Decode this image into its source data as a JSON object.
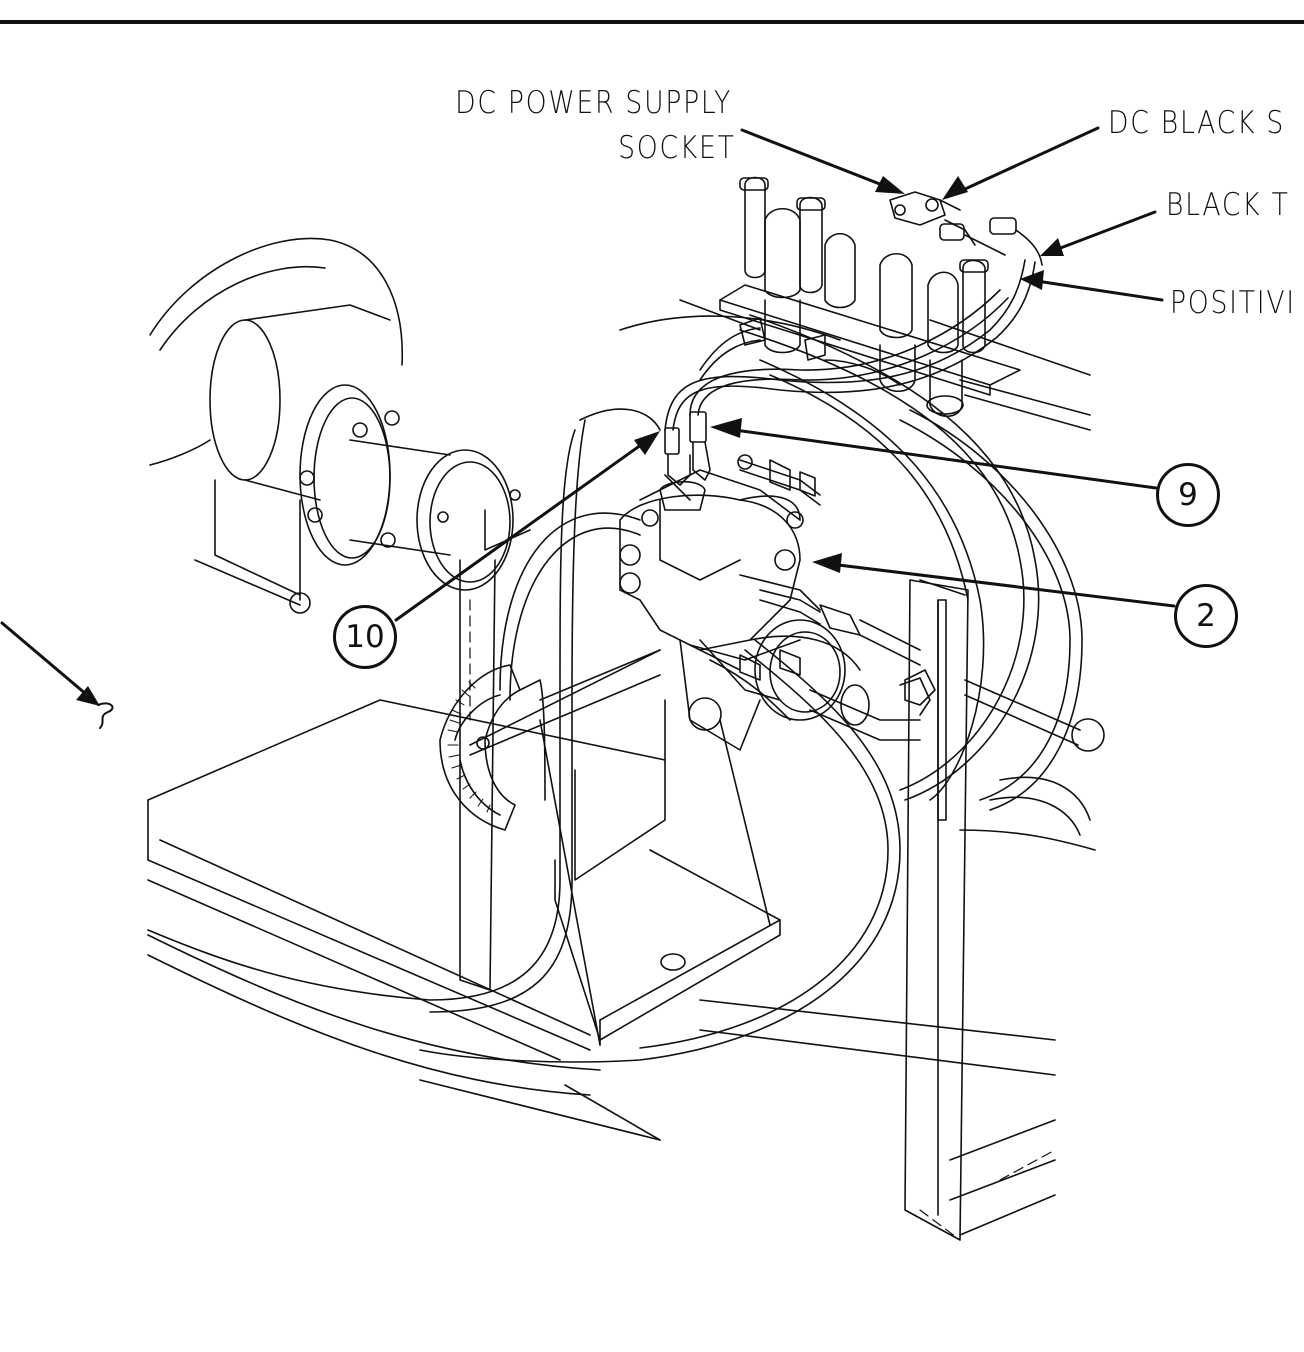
{
  "labels": {
    "dc_power_supply_line1": "DC POWER SUPPLY",
    "dc_power_supply_line2": "SOCKET",
    "dc_black": "DC BLACK S",
    "black_t": "BLACK T",
    "positive": "POSITIVI"
  },
  "callouts": {
    "c9": "9",
    "c2": "2",
    "c10": "10"
  }
}
